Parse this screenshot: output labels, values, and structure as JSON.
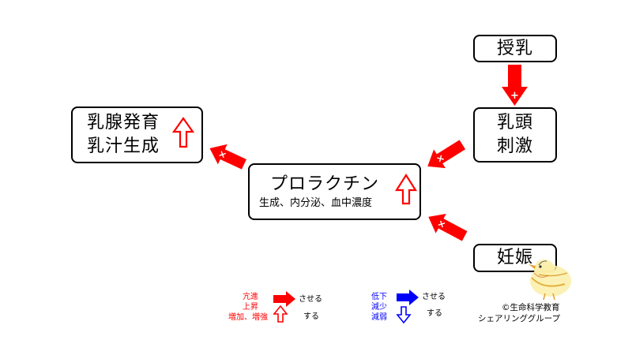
{
  "boxes": {
    "junyu": "授乳",
    "nyuto_line1": "乳頭",
    "nyuto_line2": "刺激",
    "ninshin": "妊娠",
    "nyusen_line1": "乳腺発育",
    "nyusen_line2": "乳汁生成",
    "prolactin_title": "プロラクチン",
    "prolactin_sub": "生成、内分泌、血中濃度"
  },
  "legend": {
    "red_line1": "亢進",
    "red_line2": "上昇",
    "red_line3": "増加、増強",
    "blue_line1": "低下",
    "blue_line2": "減少",
    "blue_line3": "減弱",
    "saseru_red": "させる",
    "suru_red": "する",
    "saseru_blue": "させる",
    "suru_blue": "する"
  },
  "copyright": {
    "line1": "©生命科学教育",
    "line2": "シェアリンググループ"
  },
  "colors": {
    "red": "#ff0000",
    "blue": "#0000ff",
    "black": "#000000"
  }
}
